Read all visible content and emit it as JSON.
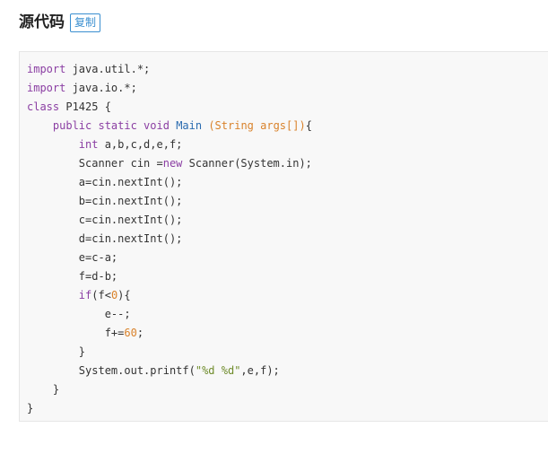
{
  "header": {
    "title": "源代码",
    "copy_label": "复制"
  },
  "code": {
    "lines": [
      [
        {
          "t": "kw",
          "v": "import"
        },
        {
          "t": "",
          "v": " java.util.*;"
        }
      ],
      [
        {
          "t": "kw",
          "v": "import"
        },
        {
          "t": "",
          "v": " java.io.*;"
        }
      ],
      [
        {
          "t": "kw",
          "v": "class"
        },
        {
          "t": "",
          "v": " P1425 {"
        }
      ],
      [
        {
          "t": "",
          "v": "    "
        },
        {
          "t": "kw",
          "v": "public static void"
        },
        {
          "t": "",
          "v": " "
        },
        {
          "t": "fn",
          "v": "Main"
        },
        {
          "t": "",
          "v": " "
        },
        {
          "t": "param",
          "v": "(String args[])"
        },
        {
          "t": "",
          "v": "{"
        }
      ],
      [
        {
          "t": "",
          "v": "        "
        },
        {
          "t": "ty",
          "v": "int"
        },
        {
          "t": "",
          "v": " a,b,c,d,e,f;"
        }
      ],
      [
        {
          "t": "",
          "v": "        Scanner cin ="
        },
        {
          "t": "kw",
          "v": "new"
        },
        {
          "t": "",
          "v": " Scanner(System.in);"
        }
      ],
      [
        {
          "t": "",
          "v": "        a=cin.nextInt();"
        }
      ],
      [
        {
          "t": "",
          "v": "        b=cin.nextInt();"
        }
      ],
      [
        {
          "t": "",
          "v": "        c=cin.nextInt();"
        }
      ],
      [
        {
          "t": "",
          "v": "        d=cin.nextInt();"
        }
      ],
      [
        {
          "t": "",
          "v": "        e=c-a;"
        }
      ],
      [
        {
          "t": "",
          "v": "        f=d-b;"
        }
      ],
      [
        {
          "t": "",
          "v": "        "
        },
        {
          "t": "kw",
          "v": "if"
        },
        {
          "t": "",
          "v": "(f<"
        },
        {
          "t": "num",
          "v": "0"
        },
        {
          "t": "",
          "v": "){"
        }
      ],
      [
        {
          "t": "",
          "v": "            e--;"
        }
      ],
      [
        {
          "t": "",
          "v": "            f+="
        },
        {
          "t": "num",
          "v": "60"
        },
        {
          "t": "",
          "v": ";"
        }
      ],
      [
        {
          "t": "",
          "v": "        }"
        }
      ],
      [
        {
          "t": "",
          "v": "        System.out.printf("
        },
        {
          "t": "str",
          "v": "\"%d %d\""
        },
        {
          "t": "",
          "v": ",e,f);"
        }
      ],
      [
        {
          "t": "",
          "v": "    }"
        }
      ],
      [
        {
          "t": "",
          "v": "}"
        }
      ]
    ]
  }
}
